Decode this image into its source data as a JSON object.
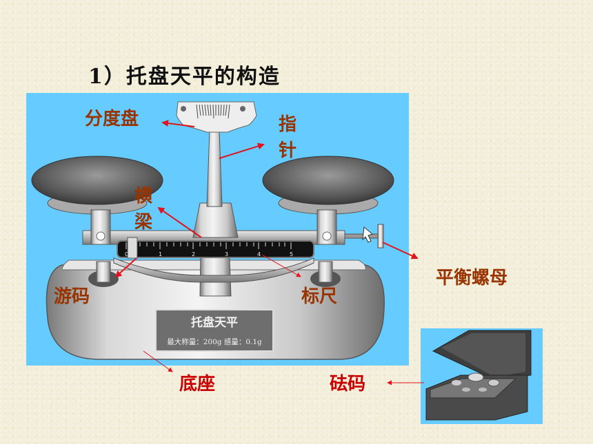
{
  "title": "1）托盘天平的构造",
  "labels": {
    "dial": "分度盘",
    "pointer": "指针",
    "beam": "横梁",
    "rider": "游码",
    "scale": "标尺",
    "nut": "平衡螺母",
    "base": "底座",
    "weights": "砝码"
  },
  "nameplate": {
    "name": "托盘天平",
    "specs": "最大称量：200g  感量：0.1g"
  },
  "ruler_ticks": [
    "0",
    "1",
    "2",
    "3",
    "4",
    "5"
  ],
  "colors": {
    "background": "#f3eed9",
    "panel": "#66ccff",
    "label_dark": "#993300",
    "label_red": "#cc0000",
    "arrow": "#e0141e"
  }
}
